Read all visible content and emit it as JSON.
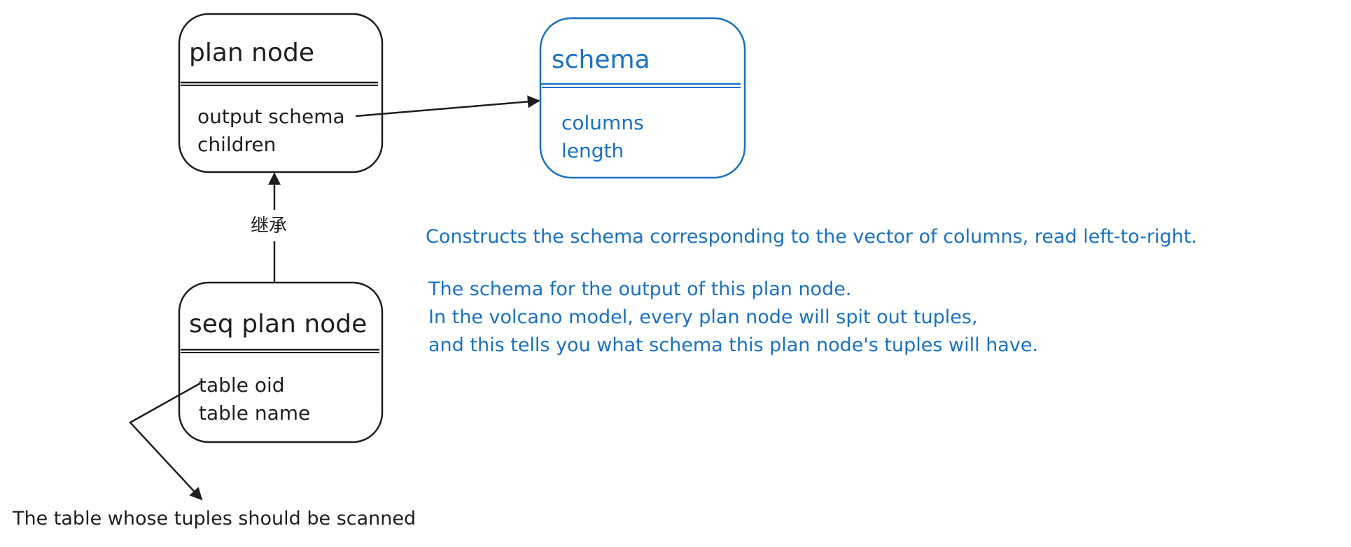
{
  "colors": {
    "ink": "#1e1e1e",
    "accent": "#1971c2",
    "background": "#ffffff"
  },
  "nodes": {
    "plan_node": {
      "title": "plan node",
      "fields": [
        "output schema",
        "children"
      ]
    },
    "schema": {
      "title": "schema",
      "fields": [
        "columns",
        "length"
      ]
    },
    "seq_plan_node": {
      "title": "seq plan node",
      "fields": [
        "table oid",
        "table name"
      ]
    }
  },
  "edges": {
    "inherit_label": "继承"
  },
  "notes": {
    "schema_note": "Constructs the schema corresponding to the vector of columns, read left-to-right.",
    "output_schema_lines": [
      "The schema for the output of this plan node.",
      "In the volcano model, every plan node will spit out tuples,",
      "and this tells you what schema this plan node's tuples will have."
    ],
    "table_note": "The table whose tuples should be scanned"
  }
}
